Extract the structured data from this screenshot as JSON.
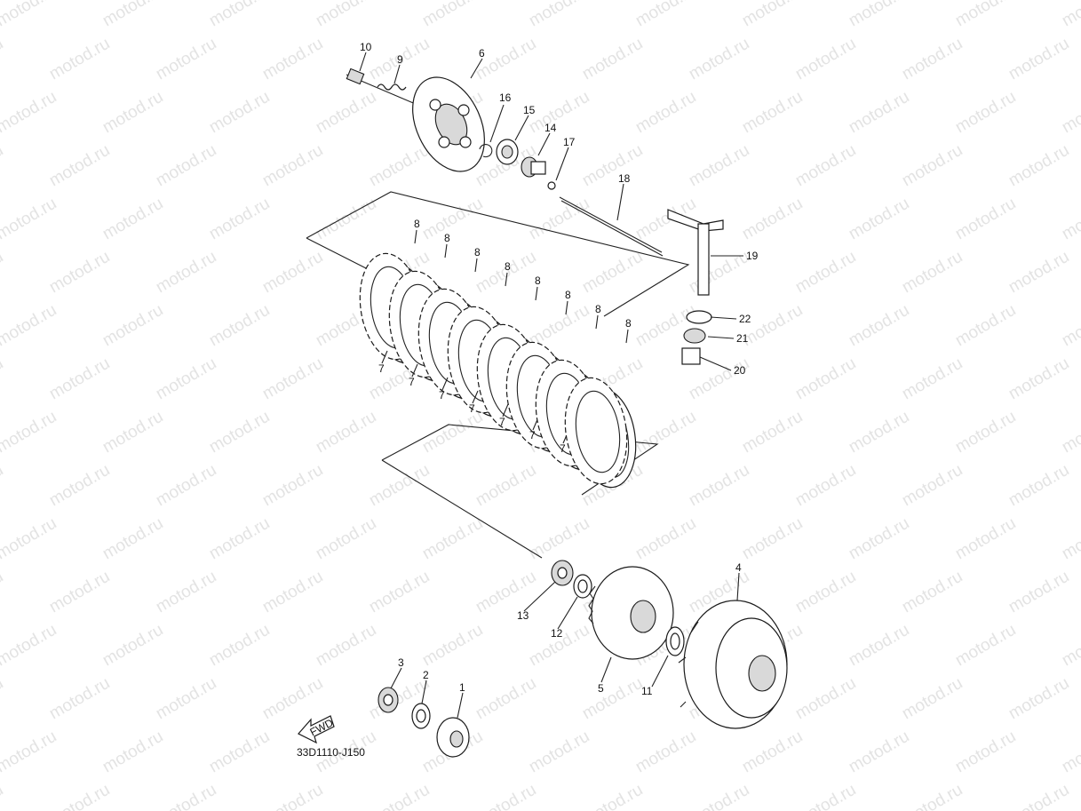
{
  "watermark": "motod.ru",
  "diagram_code": "33D1110-J150",
  "fwd_label": "FWD",
  "callouts": {
    "c1": "1",
    "c2": "2",
    "c3": "3",
    "c4": "4",
    "c5": "5",
    "c6": "6",
    "c9": "9",
    "c10": "10",
    "c11": "11",
    "c12": "12",
    "c13": "13",
    "c14": "14",
    "c15": "15",
    "c16": "16",
    "c17": "17",
    "c18": "18",
    "c19": "19",
    "c20": "20",
    "c21": "21",
    "c22": "22"
  },
  "plates": {
    "friction_label": "8",
    "steel_label": "7"
  }
}
